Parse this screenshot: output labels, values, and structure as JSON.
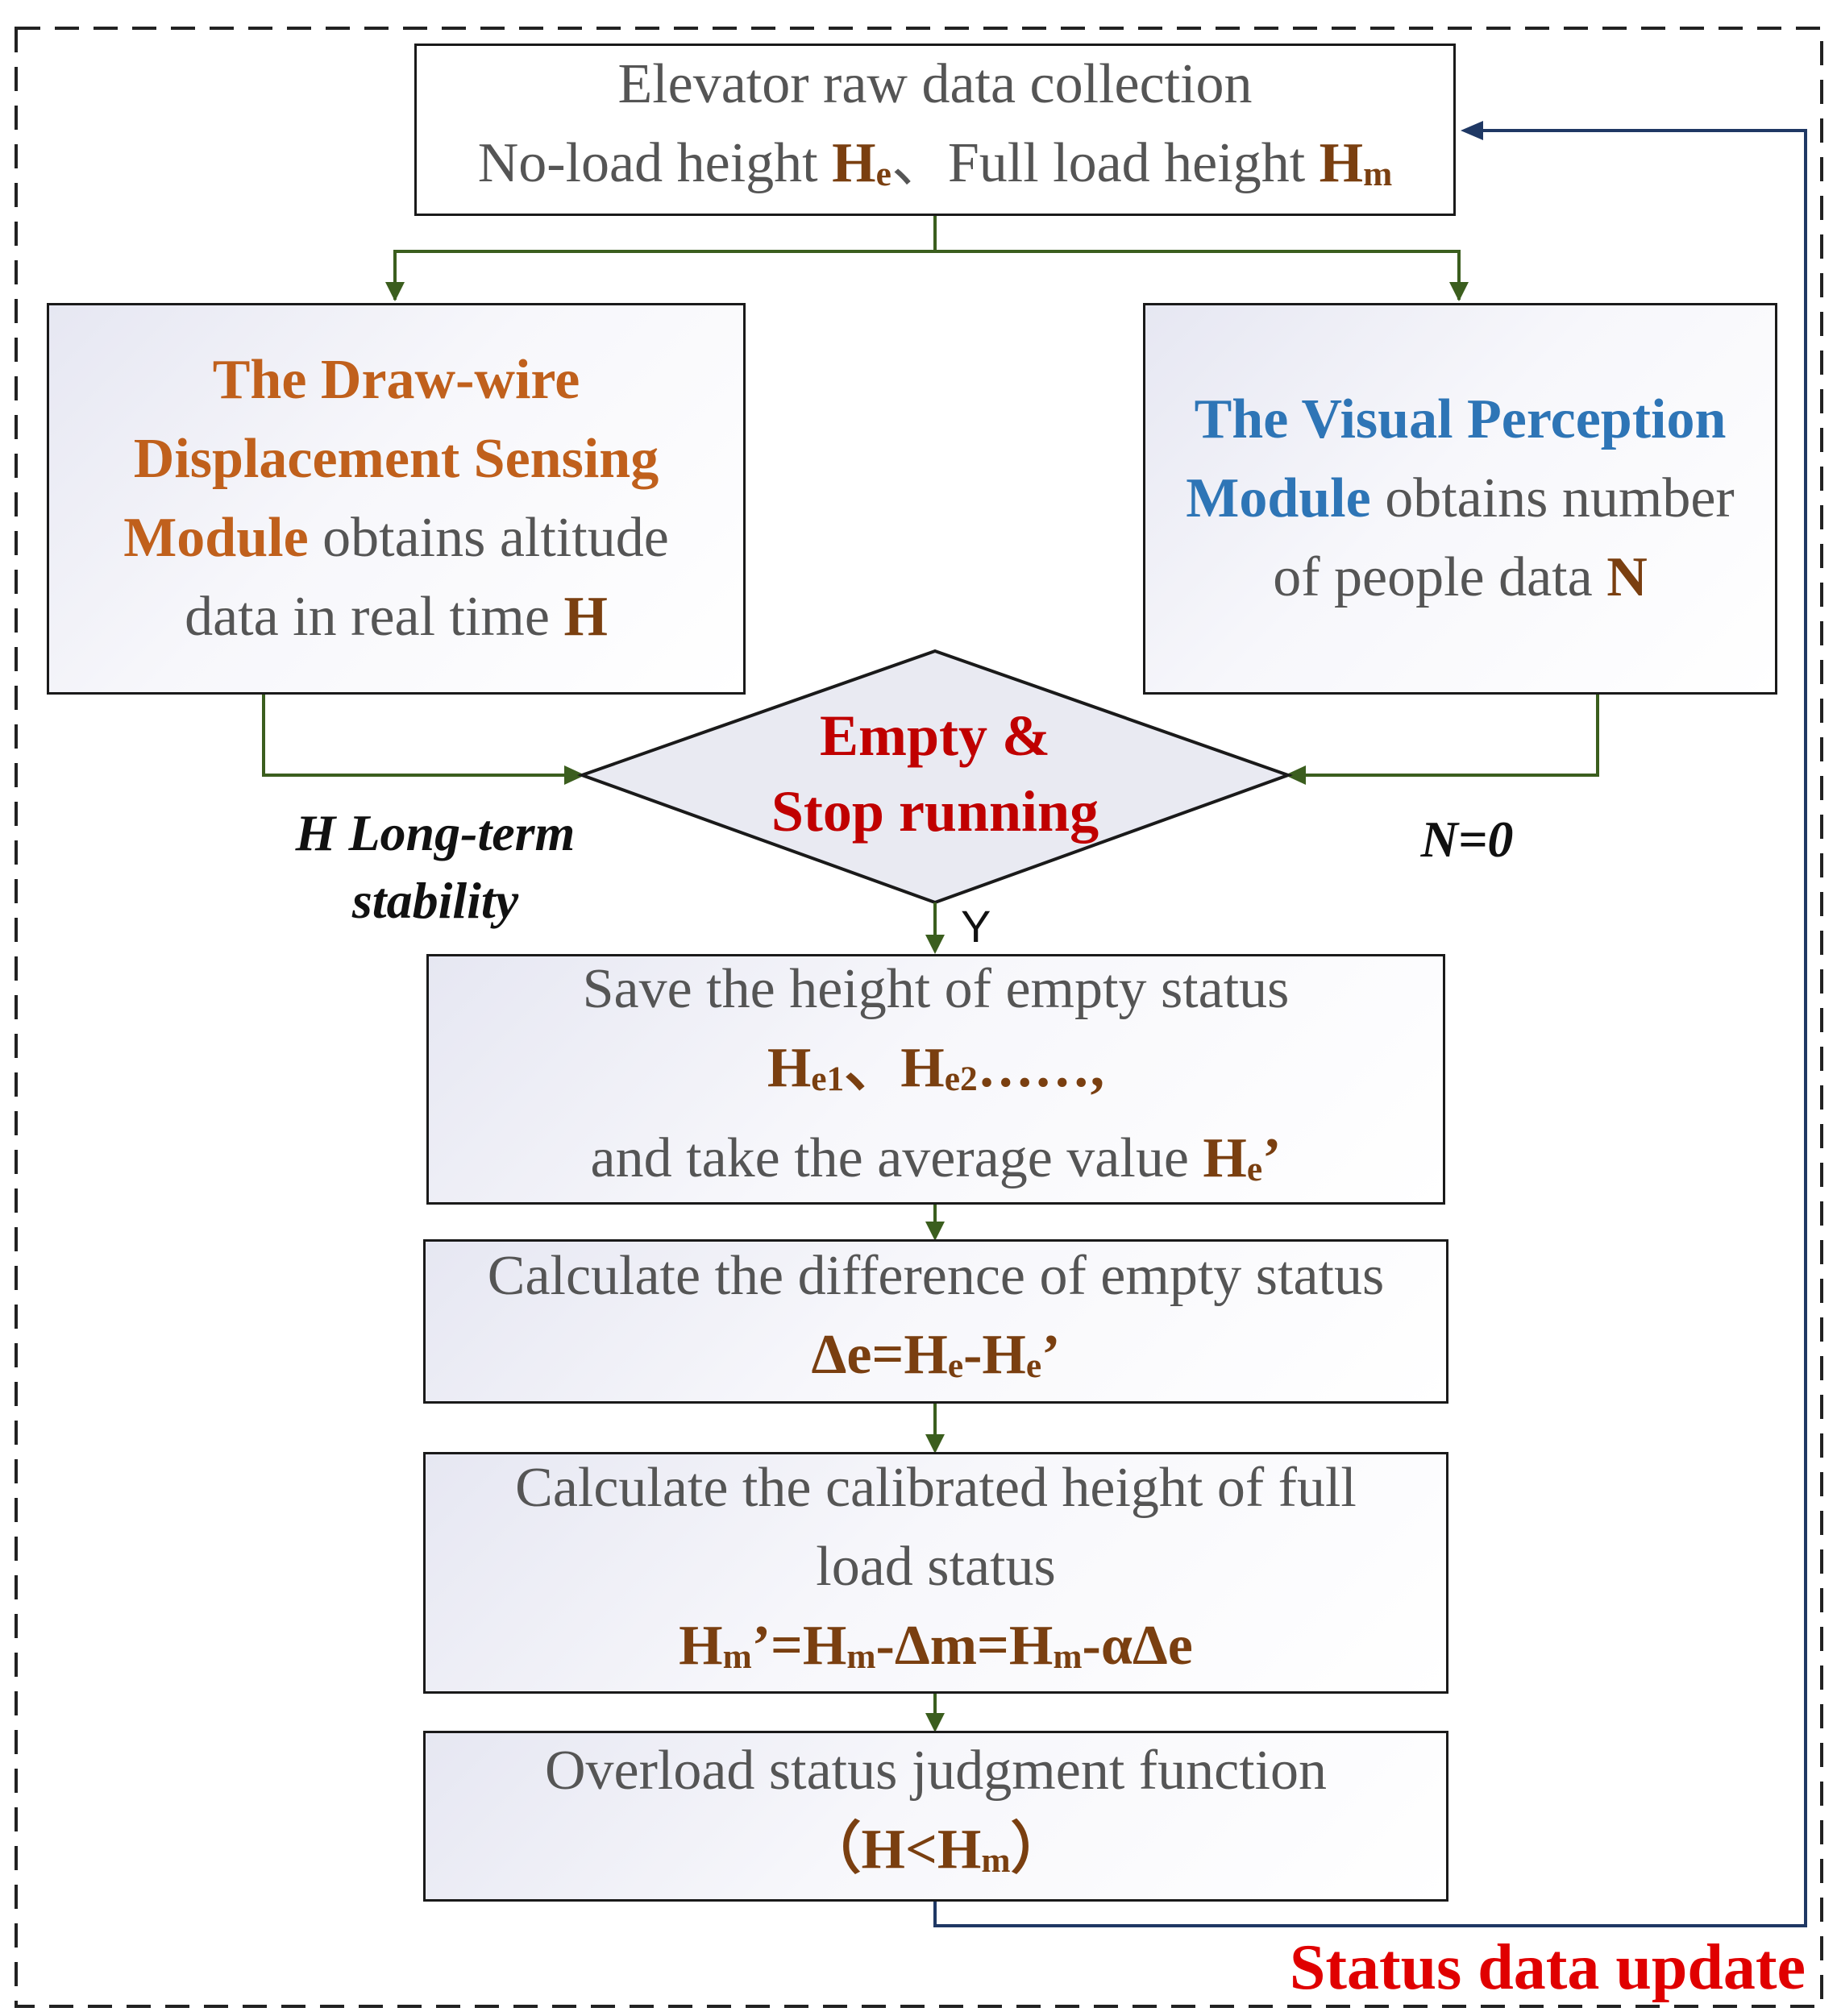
{
  "diagram": {
    "colors": {
      "connector_green": "#3b5e1e",
      "loop_blue": "#1f3864",
      "value_brown": "#7a3f10",
      "module_orange": "#c0601c",
      "module_blue": "#2e75b6",
      "emphasis_red": "#c00000",
      "body_gray": "#555555"
    },
    "nodes": {
      "collection": {
        "line1": "Elevator raw data collection",
        "line2_a": "No-load height ",
        "line2_b": "H",
        "line2_b_sub": "e",
        "line2_c": "、Full load height ",
        "line2_d": "H",
        "line2_d_sub": "m"
      },
      "draw_wire": {
        "line1": "The Draw-wire",
        "line2": "Displacement Sensing",
        "line3_bold": "Module",
        "line3_rest": " obtains altitude",
        "line4_text": "data in real time ",
        "line4_var": "H"
      },
      "visual": {
        "line1": "The Visual Perception",
        "line2_bold": "Module",
        "line2_rest": " obtains number",
        "line3_text": "of people data ",
        "line3_var": "N"
      },
      "decision": {
        "line1": "Empty &",
        "line2": "Stop running"
      },
      "save": {
        "line1": "Save the height of empty status",
        "line2_a": "H",
        "line2_a_sub": "e1",
        "line2_b": "、H",
        "line2_b_sub": "e2",
        "line2_c": "……,",
        "line3_text": "and take the average value ",
        "line3_var": "H",
        "line3_var_sub": "e",
        "line3_var_tail": "’"
      },
      "difference": {
        "line1": "Calculate the difference of empty status",
        "eq_a": "Δe=H",
        "eq_a_sub": "e",
        "eq_b": "-H",
        "eq_b_sub": "e",
        "eq_c": "’"
      },
      "calibrated": {
        "line1": "Calculate the calibrated height of full",
        "line2": "load status",
        "eq_a": "H",
        "eq_a_sub": "m",
        "eq_b": "’=H",
        "eq_b_sub": "m",
        "eq_c": "-Δm=H",
        "eq_c_sub": "m",
        "eq_d": "-αΔe"
      },
      "overload": {
        "line1": "Overload status judgment function",
        "eq_a": "（H<H",
        "eq_a_sub": "m",
        "eq_b": "）"
      }
    },
    "edge_labels": {
      "left_line1": "H Long-term",
      "left_line2": "stability",
      "right": "N=0",
      "yes": "Y",
      "loop": "Status data update"
    }
  }
}
